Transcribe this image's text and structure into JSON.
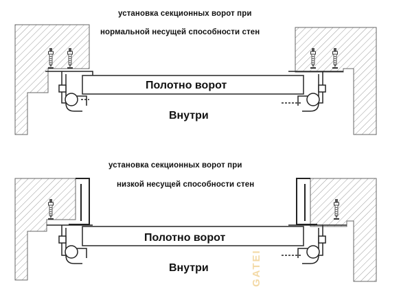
{
  "diagram_top": {
    "caption_line1": "установка секционных ворот при",
    "caption_line2": "нормальной несущей способности стен",
    "panel_label": "Полотно ворот",
    "inside_label": "Внутри"
  },
  "diagram_bottom": {
    "caption_line1": "установка секционных ворот при",
    "caption_line2": "низкой несущей способности стен",
    "panel_label": "Полотно ворот",
    "inside_label": "Внутри"
  },
  "watermark": "GATEI"
}
